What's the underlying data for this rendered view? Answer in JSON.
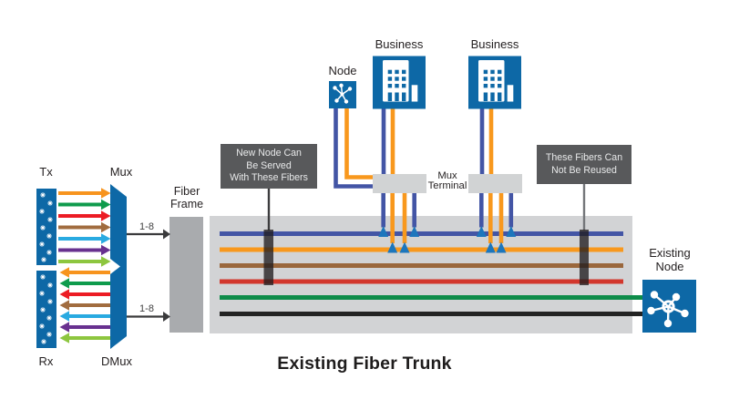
{
  "palette": {
    "node_blue": "#0d68a6",
    "fiber_blue": "#4355a5",
    "fiber_orange": "#f8981d",
    "fiber_brown": "#9a673c",
    "fiber_red": "#d2372d",
    "fiber_green": "#0e8c4a",
    "fiber_black": "#232323",
    "trunk_gray": "#d2d3d5",
    "frame_gray": "#a9abae",
    "terminal_gray": "#d1d3d4",
    "callout_gray": "#58595b",
    "connector_triangle_blue": "#1d76bc",
    "link_arrow_dark": "#3a3a3c",
    "tap_overlay": "rgba(33,30,31,0.78)",
    "tap_line_left": "#3c3c3e",
    "tap_line_right": "#74767a",
    "glyph_white": "#ffffff"
  },
  "labels": {
    "tx": "Tx",
    "mux": "Mux",
    "rx": "Rx",
    "dmux": "DMux",
    "fiber_frame": "Fiber\nFrame",
    "mux_range": "1-8",
    "dmux_range": "1-8",
    "node": "Node",
    "business1": "Business",
    "business2": "Business",
    "mux_terminal": "Mux\nTerminal",
    "existing_node": "Existing\nNode",
    "title": "Existing Fiber Trunk"
  },
  "callouts": {
    "new_node": "New Node Can\nBe Served\nWith These Fibers",
    "not_reused": "These Fibers Can\nNot Be Reused"
  },
  "wavelength_channels": {
    "count": "1-8",
    "colors": [
      "#f7941e",
      "#0f9b4c",
      "#ec1c24",
      "#a16c3f",
      "#29aae1",
      "#68318f",
      "#8dc63f"
    ]
  },
  "trunk_fibers": [
    {
      "name": "blue",
      "color": "#4355a5",
      "tapped": true,
      "connected_to_existing_node": false
    },
    {
      "name": "orange",
      "color": "#f8981d",
      "tapped": true,
      "connected_to_existing_node": false
    },
    {
      "name": "brown",
      "color": "#9a673c",
      "tapped": true,
      "connected_to_existing_node": false
    },
    {
      "name": "red",
      "color": "#d2372d",
      "tapped": true,
      "connected_to_existing_node": false
    },
    {
      "name": "green",
      "color": "#0e8c4a",
      "tapped": false,
      "connected_to_existing_node": true
    },
    {
      "name": "black",
      "color": "#232323",
      "tapped": false,
      "connected_to_existing_node": true
    }
  ],
  "icons": {
    "node": "network-hub-icon",
    "business": "building-icon",
    "existing_node": "network-hub-icon"
  }
}
